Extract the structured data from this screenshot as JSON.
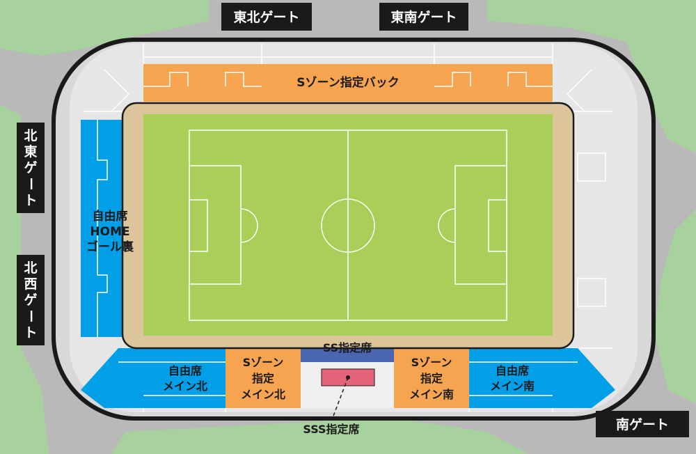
{
  "gates": {
    "northeast_top": "東北ゲート",
    "southeast_top": "東南ゲート",
    "north_east_left": [
      "北",
      "東",
      "ゲ",
      "ー",
      "ト"
    ],
    "north_west_left": [
      "北",
      "西",
      "ゲ",
      "ー",
      "ト"
    ],
    "south": "南ゲート"
  },
  "sections": {
    "back": "Sゾーン指定バック",
    "home_goal": [
      "自由席",
      "HOME",
      "ゴール裏"
    ],
    "main_north_free": [
      "自由席",
      "メイン北"
    ],
    "s_zone_main_north": [
      "Sゾーン",
      "指定",
      "メイン北"
    ],
    "ss": "SS指定席",
    "s_zone_main_south": [
      "Sゾーン",
      "指定",
      "メイン南"
    ],
    "main_south_free": [
      "自由席",
      "メイン南"
    ],
    "sss": "SSS指定席"
  },
  "colors": {
    "background": "#b9b9b9",
    "greenery": "#a7d19d",
    "concourse": "#d8d8d8",
    "stand_gray": "#e6e6e6",
    "track": "#dcc59b",
    "pitch": "#a9cf59",
    "orange": "#f6a450",
    "blue": "#009fe8",
    "ss_blue": "#4a66b1",
    "sss_pink": "#e6647a",
    "gate_black": "#1a1a1a"
  }
}
